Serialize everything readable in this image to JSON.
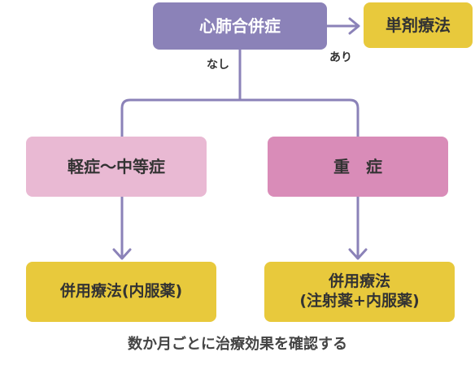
{
  "diagram": {
    "root": {
      "label": "心肺合併症"
    },
    "edge_yes": {
      "label": "あり",
      "target": "単剤療法"
    },
    "edge_no": {
      "label": "なし"
    },
    "mild": {
      "label": "軽症〜中等症"
    },
    "severe": {
      "label": "重　症"
    },
    "mild_result": {
      "label": "併用療法(内服薬)"
    },
    "severe_result": {
      "line1": "併用療法",
      "line2": "(注射薬+内服薬)"
    },
    "footer": "数か月ごとに治療効果を確認する"
  },
  "colors": {
    "root_fill": "#8b82b8",
    "connector": "#8b82b8",
    "result_fill": "#e8c93c",
    "mild_fill": "#e9b9d3",
    "severe_fill": "#d98cb8"
  }
}
